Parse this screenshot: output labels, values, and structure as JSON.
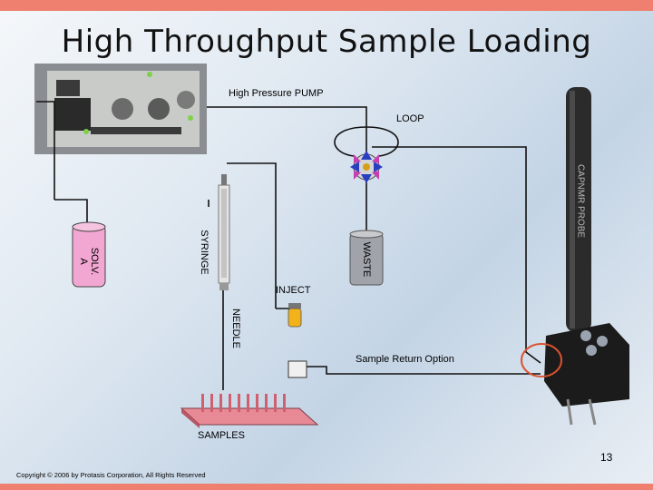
{
  "slide": {
    "title": "High Throughput Sample Loading",
    "page_number": "13",
    "copyright": "Copyright © 2006 by Protasis Corporation, All Rights Reserved"
  },
  "labels": {
    "pump": "High Pressure  PUMP",
    "loop": "LOOP",
    "syringe": "SYRINGE",
    "solv": "SOLV.\nA",
    "waste": "WASTE",
    "inject": "INJECT",
    "needle": "NEEDLE",
    "sample_return": "Sample Return Option",
    "samples": "SAMPLES",
    "probe": "CAPNMR PROBE"
  },
  "colors": {
    "bar": "#ef7f6f",
    "solvent_bottle": "#f2a7d2",
    "waste_bottle": "#a0a4aa",
    "highlight_circle": "#d9532f",
    "sample_rack": "#e88a96"
  }
}
